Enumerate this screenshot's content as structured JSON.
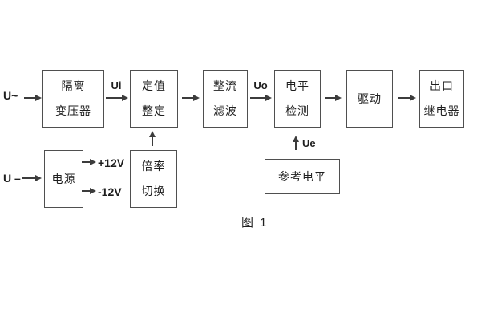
{
  "figure": {
    "caption": "图 1",
    "inputs": {
      "ac_label": "U~",
      "dc_label": "U –"
    },
    "signal_labels": {
      "ui": "Ui",
      "uo": "Uo",
      "ue": "Ue"
    },
    "power_rails": {
      "positive": "+12V",
      "negative": "-12V"
    },
    "blocks": {
      "isolation_transformer": {
        "line1": "隔离",
        "line2": "变压器"
      },
      "setting_adjust": {
        "line1": "定值",
        "line2": "整定"
      },
      "rectifier_filter": {
        "line1": "整流",
        "line2": "滤波"
      },
      "level_detect": {
        "line1": "电平",
        "line2": "检测"
      },
      "driver": {
        "line1": "驱动"
      },
      "output_relay": {
        "line1": "出口",
        "line2": "继电器"
      },
      "power_supply": {
        "line1": "电源"
      },
      "ratio_switch": {
        "line1": "倍率",
        "line2": "切换"
      },
      "reference_level": {
        "line1": "参考电平"
      }
    },
    "colors": {
      "line": "#3c3c3c",
      "border": "#4f4f4f",
      "text": "#1f1f1f",
      "background": "#ffffff"
    }
  }
}
